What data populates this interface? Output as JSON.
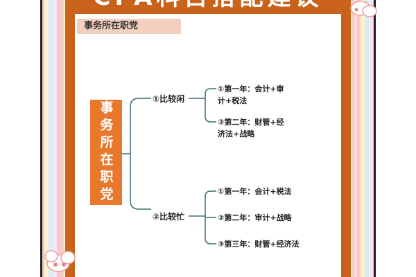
{
  "banner": {
    "title": "CPA科目搭配建议"
  },
  "section_tag": "事务所在职党",
  "root": {
    "label": "事务所在职党"
  },
  "branches": [
    {
      "label": "①比较闲",
      "items": [
        {
          "line1": "①第一年：会计+审",
          "line2": "计+税法"
        },
        {
          "line1": "②第二年：财管+经",
          "line2": "济法+战略"
        }
      ]
    },
    {
      "label": "②比较忙",
      "items": [
        {
          "line1": "①第一年：会计+税法"
        },
        {
          "line1": "②第二年：审计+战略"
        },
        {
          "line1": "③第三年：财管+经济法"
        }
      ]
    }
  ],
  "colors": {
    "orange": "#c9621a",
    "root": "#e8782c",
    "tag": "#f3cfc0",
    "line": "#3a6b72"
  }
}
